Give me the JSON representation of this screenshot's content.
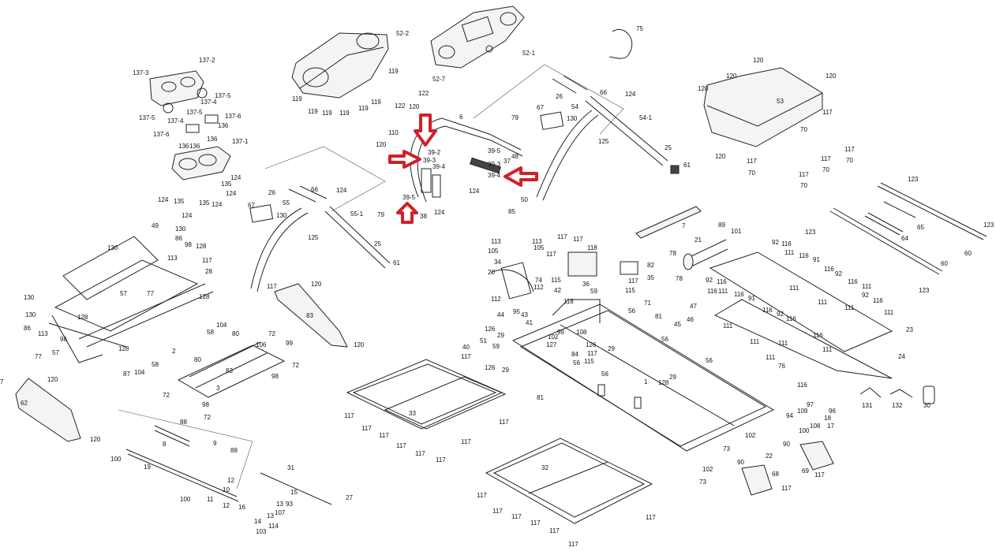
{
  "colors": {
    "line": "#222222",
    "highlight": "#d0202a",
    "background": "#ffffff"
  },
  "labels": {
    "l137_3": "137-3",
    "l137_2": "137-2",
    "l137_5a": "137-5",
    "l137_4a": "137-4",
    "l137_5b": "137-5",
    "l137_5c": "137-5",
    "l137_6a": "137-6",
    "l137_4b": "137-4",
    "l136a": "136",
    "l137_6b": "137-6",
    "l136b": "136",
    "l136c": "136",
    "l136d": "136",
    "l137_1": "137-1",
    "l124a": "124",
    "l135a": "135",
    "l124b": "124",
    "l135b": "135",
    "l124c": "124",
    "l124d": "124",
    "l135c": "135",
    "l124e": "124",
    "l52_2": "52-2",
    "l119a": "119",
    "l119b": "119",
    "l119c": "119",
    "l119d": "119",
    "l119e": "119",
    "l119f": "119",
    "l119g": "119",
    "l52_7": "52-7",
    "l122a": "122",
    "l122b": "122",
    "l52_1": "52-1",
    "l75": "75",
    "l120a": "120",
    "l120b": "120",
    "l120c": "120",
    "l53": "53",
    "l117a": "117",
    "l70a": "70",
    "l120d": "120",
    "l117b": "117",
    "l70b": "70",
    "l117c": "117",
    "l70c": "70",
    "l117d": "117",
    "l70d": "70",
    "l117e": "117",
    "l70e": "70",
    "l26a": "26",
    "l66a": "66",
    "l124f": "124",
    "l54": "54",
    "l130a": "130",
    "l54_1": "54-1",
    "l67a": "67",
    "l79a": "79",
    "l125a": "125",
    "l25a": "25",
    "l61a": "61",
    "l50": "50",
    "l120e": "120",
    "l110": "110",
    "l6": "6",
    "l120f": "120",
    "l39_2": "39-2",
    "l39_3a": "39-3",
    "l39_5a": "39-5",
    "l39_4a": "39-4",
    "l39_3b": "39-3",
    "l37": "37",
    "l48": "48",
    "l39_4b": "39-4",
    "l124g": "124",
    "l39_5b": "39-5",
    "l38": "38",
    "l124h": "124",
    "l26b": "26",
    "l66b": "66",
    "l124i": "124",
    "l55": "55",
    "l130b": "130",
    "l55_1": "55-1",
    "l67b": "67",
    "l79b": "79",
    "l125b": "125",
    "l25b": "25",
    "l61b": "61",
    "l123a": "123",
    "l65": "65",
    "l123b": "123",
    "l64": "64",
    "l60a": "60",
    "l123c": "123",
    "l60b": "60",
    "l123d": "123",
    "l7": "7",
    "l21": "21",
    "l89": "89",
    "l101": "101",
    "l78a": "78",
    "l78b": "78",
    "l49": "49",
    "l130c": "130",
    "l86a": "86",
    "l128a": "128",
    "l130d": "130",
    "l113a": "113",
    "l98a": "98",
    "l117f": "117",
    "l28": "28",
    "l57a": "57",
    "l77a": "77",
    "l128b": "128",
    "l130e": "130",
    "l130f": "130",
    "l86b": "86",
    "l128c": "128",
    "l113b": "113",
    "l96": "96",
    "l77b": "77",
    "l57b": "57",
    "l128d": "128",
    "l2": "2",
    "l58a": "58",
    "l104a": "104",
    "l58b": "58",
    "l104b": "104",
    "l87": "87",
    "l80a": "80",
    "l72a": "72",
    "l106": "106",
    "l99a": "99",
    "l72b": "72",
    "l98b": "98",
    "l80b": "80",
    "l83a": "83",
    "l3": "3",
    "l72c": "72",
    "l72d": "72",
    "l98c": "98",
    "l117g": "117",
    "l120g": "120",
    "l83b": "83",
    "l120h": "120",
    "l7b": "7",
    "l120i": "120",
    "l62": "62",
    "l120j": "120",
    "l88a": "88",
    "l8": "8",
    "l9": "9",
    "l88b": "88",
    "l100a": "100",
    "l19": "19",
    "l12a": "12",
    "l10": "10",
    "l11": "11",
    "l12b": "12",
    "l16": "16",
    "l100b": "100",
    "l31": "31",
    "l27": "27",
    "l15": "15",
    "l13a": "13",
    "l93": "93",
    "l107": "107",
    "l13b": "13",
    "l14": "14",
    "l114": "114",
    "l103": "103",
    "l85": "85",
    "l113c": "113",
    "l105a": "105",
    "l113d": "113",
    "l105b": "105",
    "l117h": "117",
    "l117i": "117",
    "l118": "118",
    "l34": "34",
    "l117j": "117",
    "l20": "20",
    "l74": "74",
    "l115a": "115",
    "l112a": "112",
    "l112b": "112",
    "l42": "42",
    "l36": "36",
    "l59a": "59",
    "l118b": "118",
    "l44": "44",
    "l95": "95",
    "l43": "43",
    "l41": "41",
    "l82": "82",
    "l117k": "117",
    "l35": "35",
    "l115b": "115",
    "l71": "71",
    "l47": "47",
    "l45": "45",
    "l46": "46",
    "l81a": "81",
    "l56a": "56",
    "l126a": "126",
    "l29a": "29",
    "l102a": "102",
    "l99b": "99",
    "l108": "108",
    "l84": "84",
    "l117l": "117",
    "l56b": "56",
    "l126b": "126",
    "l29b": "29",
    "l115c": "115",
    "l127": "127",
    "l40": "40",
    "l51": "51",
    "l59b": "59",
    "l117m": "117",
    "l126c": "126",
    "l29c": "29",
    "l126d": "126",
    "l56c": "56",
    "l56d": "56",
    "l1": "1",
    "l128e": "128",
    "l29d": "29",
    "l56e": "56",
    "l81b": "81",
    "l33": "33",
    "l117n": "117",
    "l117o": "117",
    "l117p": "117",
    "l117q": "117",
    "l117r": "117",
    "l117s": "117",
    "l117t": "117",
    "l117u": "117",
    "l32": "32",
    "l117v": "117",
    "l117w": "117",
    "l117x": "117",
    "l117y": "117",
    "l117z": "117",
    "l117aa": "117",
    "l117ab": "117",
    "l92a": "92",
    "l116a": "116",
    "l111a": "111",
    "l116b": "116",
    "l91a": "91",
    "l111b": "111",
    "l116c": "116",
    "l92b": "92",
    "l116d": "116",
    "l92c": "92",
    "l116e": "116",
    "l111c": "111",
    "l111d": "111",
    "l111e": "111",
    "l111f": "111",
    "l92d": "92",
    "l116f": "116",
    "l116g": "116",
    "l111g": "111",
    "l91b": "91",
    "l111h": "111",
    "l116h": "116",
    "l92e": "92",
    "l116i": "116",
    "l111i": "111",
    "l111j": "111",
    "l111k": "111",
    "l23": "23",
    "l24": "24",
    "l116j": "116",
    "l111l": "111",
    "l76": "76",
    "l116k": "116",
    "l116l": "116",
    "l97": "97",
    "l96b": "96",
    "l109": "109",
    "l18": "18",
    "l94": "94",
    "l108b": "108",
    "l17": "17",
    "l100c": "100",
    "l102b": "102",
    "l90a": "90",
    "l22": "22",
    "l73a": "73",
    "l90b": "90",
    "l102c": "102",
    "l73b": "73",
    "l68": "68",
    "l117ac": "117",
    "l69": "69",
    "l117ad": "117",
    "l131": "131",
    "l132": "132",
    "l30": "30"
  }
}
